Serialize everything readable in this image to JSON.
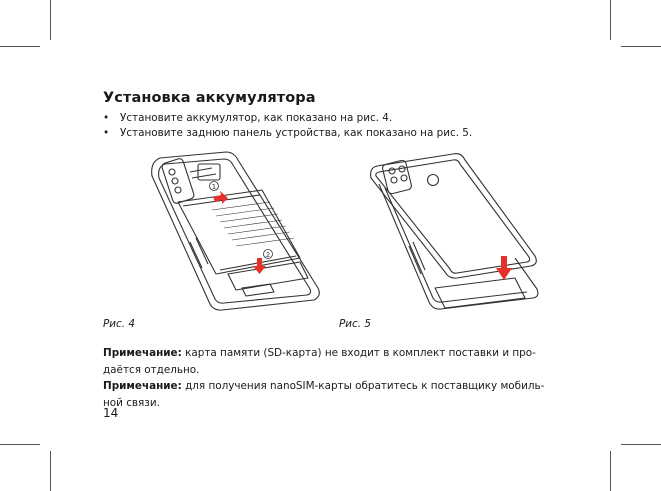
{
  "heading": "Установка аккумулятора",
  "bullets": [
    "Установите аккумулятор, как показано на рис. 4.",
    "Установите заднюю панель устройства, как показано на рис. 5."
  ],
  "bullet_glyph": "•",
  "figures": [
    {
      "caption": "Рис. 4",
      "callouts": [
        "1",
        "2"
      ]
    },
    {
      "caption": "Рис. 5"
    }
  ],
  "notes": [
    {
      "label": "Примечание:",
      "line1": "карта памяти (SD-карта) не входит в комплект поставки и про-",
      "line2": "даётся отдельно."
    },
    {
      "label": "Примечание:",
      "line1": "для получения nanoSIM-карты обратитесь к поставщику мобиль-",
      "line2": "ной связи."
    }
  ],
  "page_number": "14",
  "colors": {
    "accent_arrow": "#e4322b",
    "line_art": "#333333"
  }
}
